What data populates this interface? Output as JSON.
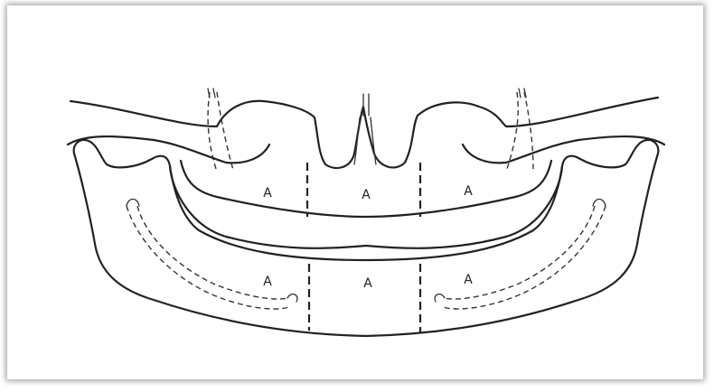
{
  "labels": {
    "upper_left": "A",
    "upper_middle": "A",
    "upper_right": "A",
    "lower_left": "A",
    "lower_middle": "A",
    "lower_right": "A"
  }
}
